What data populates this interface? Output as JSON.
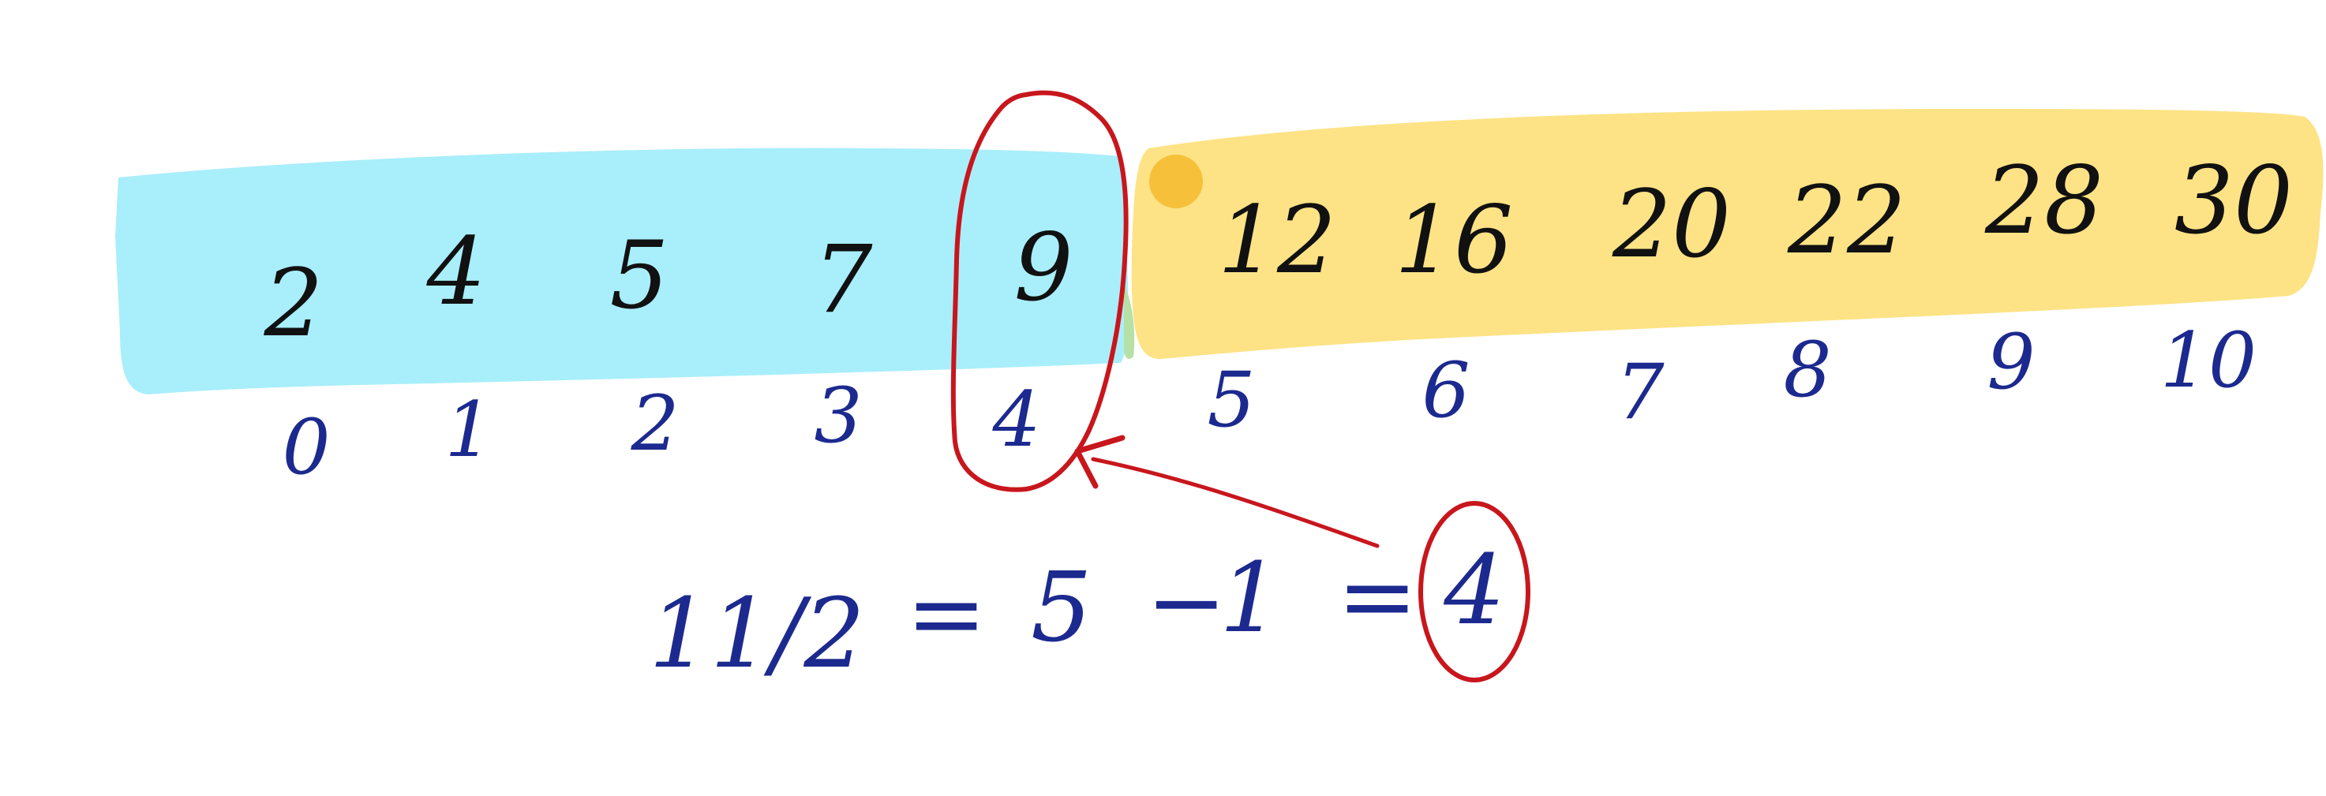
{
  "array": {
    "values": [
      "2",
      "4",
      "5",
      "7",
      "9",
      "12",
      "16",
      "20",
      "22",
      "28",
      "30"
    ],
    "indices": [
      "0",
      "1",
      "2",
      "3",
      "4",
      "5",
      "6",
      "7",
      "8",
      "9",
      "10"
    ],
    "left_highlight_color": "#a9eefb",
    "right_highlight_color": "#fde385",
    "overlap_color": "#b7e0a6",
    "dot_color": "#f7c03a",
    "circled_index": 4
  },
  "equation": {
    "lhs": "11/2",
    "eq1": "=",
    "five": "5",
    "minus": "−",
    "one": "1",
    "eq2": "=",
    "result": "4"
  },
  "colors": {
    "value_ink": "#111111",
    "index_ink": "#1c2a8f",
    "annotation_red": "#c8161d"
  }
}
